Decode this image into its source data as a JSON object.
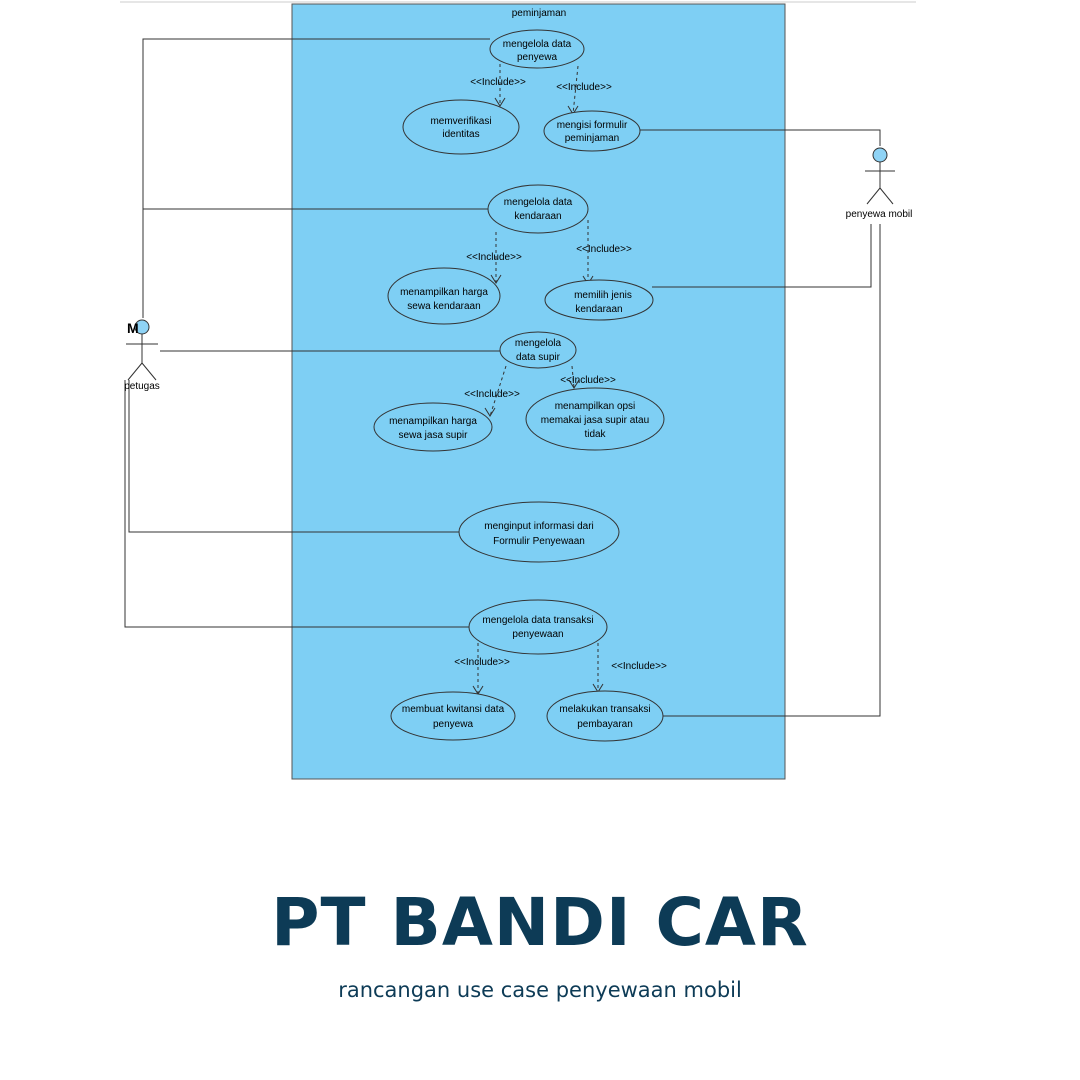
{
  "diagram": {
    "system_boundary_label": "peminjaman",
    "actors": {
      "petugas": "petugas",
      "penyewa": "penyewa mobil"
    },
    "include_label": "<<Include>>",
    "use_cases": {
      "kelola_penyewa": [
        "mengelola data",
        "penyewa"
      ],
      "verifikasi": [
        "memverifikasi",
        "identitas"
      ],
      "isi_formulir": [
        "mengisi formulir",
        "peminjaman"
      ],
      "kelola_kendaraan": [
        "mengelola data",
        "kendaraan"
      ],
      "harga_kendaraan": [
        "menampilkan harga",
        "sewa kendaraan"
      ],
      "jenis_kendaraan": [
        "memilih jenis",
        "kendaraan"
      ],
      "kelola_supir": [
        "mengelola",
        "data supir"
      ],
      "harga_supir": [
        "menampilkan harga",
        "sewa jasa supir"
      ],
      "opsi_supir": [
        "menampilkan opsi",
        "memakai jasa supir atau",
        "tidak"
      ],
      "input_formulir": [
        "menginput informasi dari",
        "Formulir Penyewaan"
      ],
      "kelola_transaksi": [
        "mengelola data transaksi",
        "penyewaan"
      ],
      "kwitansi": [
        "membuat kwitansi data",
        "penyewa"
      ],
      "pembayaran": [
        "melakukan transaksi",
        "pembayaran"
      ]
    },
    "colors": {
      "boundary_fill": "#7ecff4",
      "lines": "#333333",
      "actor_head": "#8fd3f5"
    }
  },
  "footer": {
    "title": "PT BANDI CAR",
    "subtitle": "rancangan use case penyewaan mobil"
  }
}
